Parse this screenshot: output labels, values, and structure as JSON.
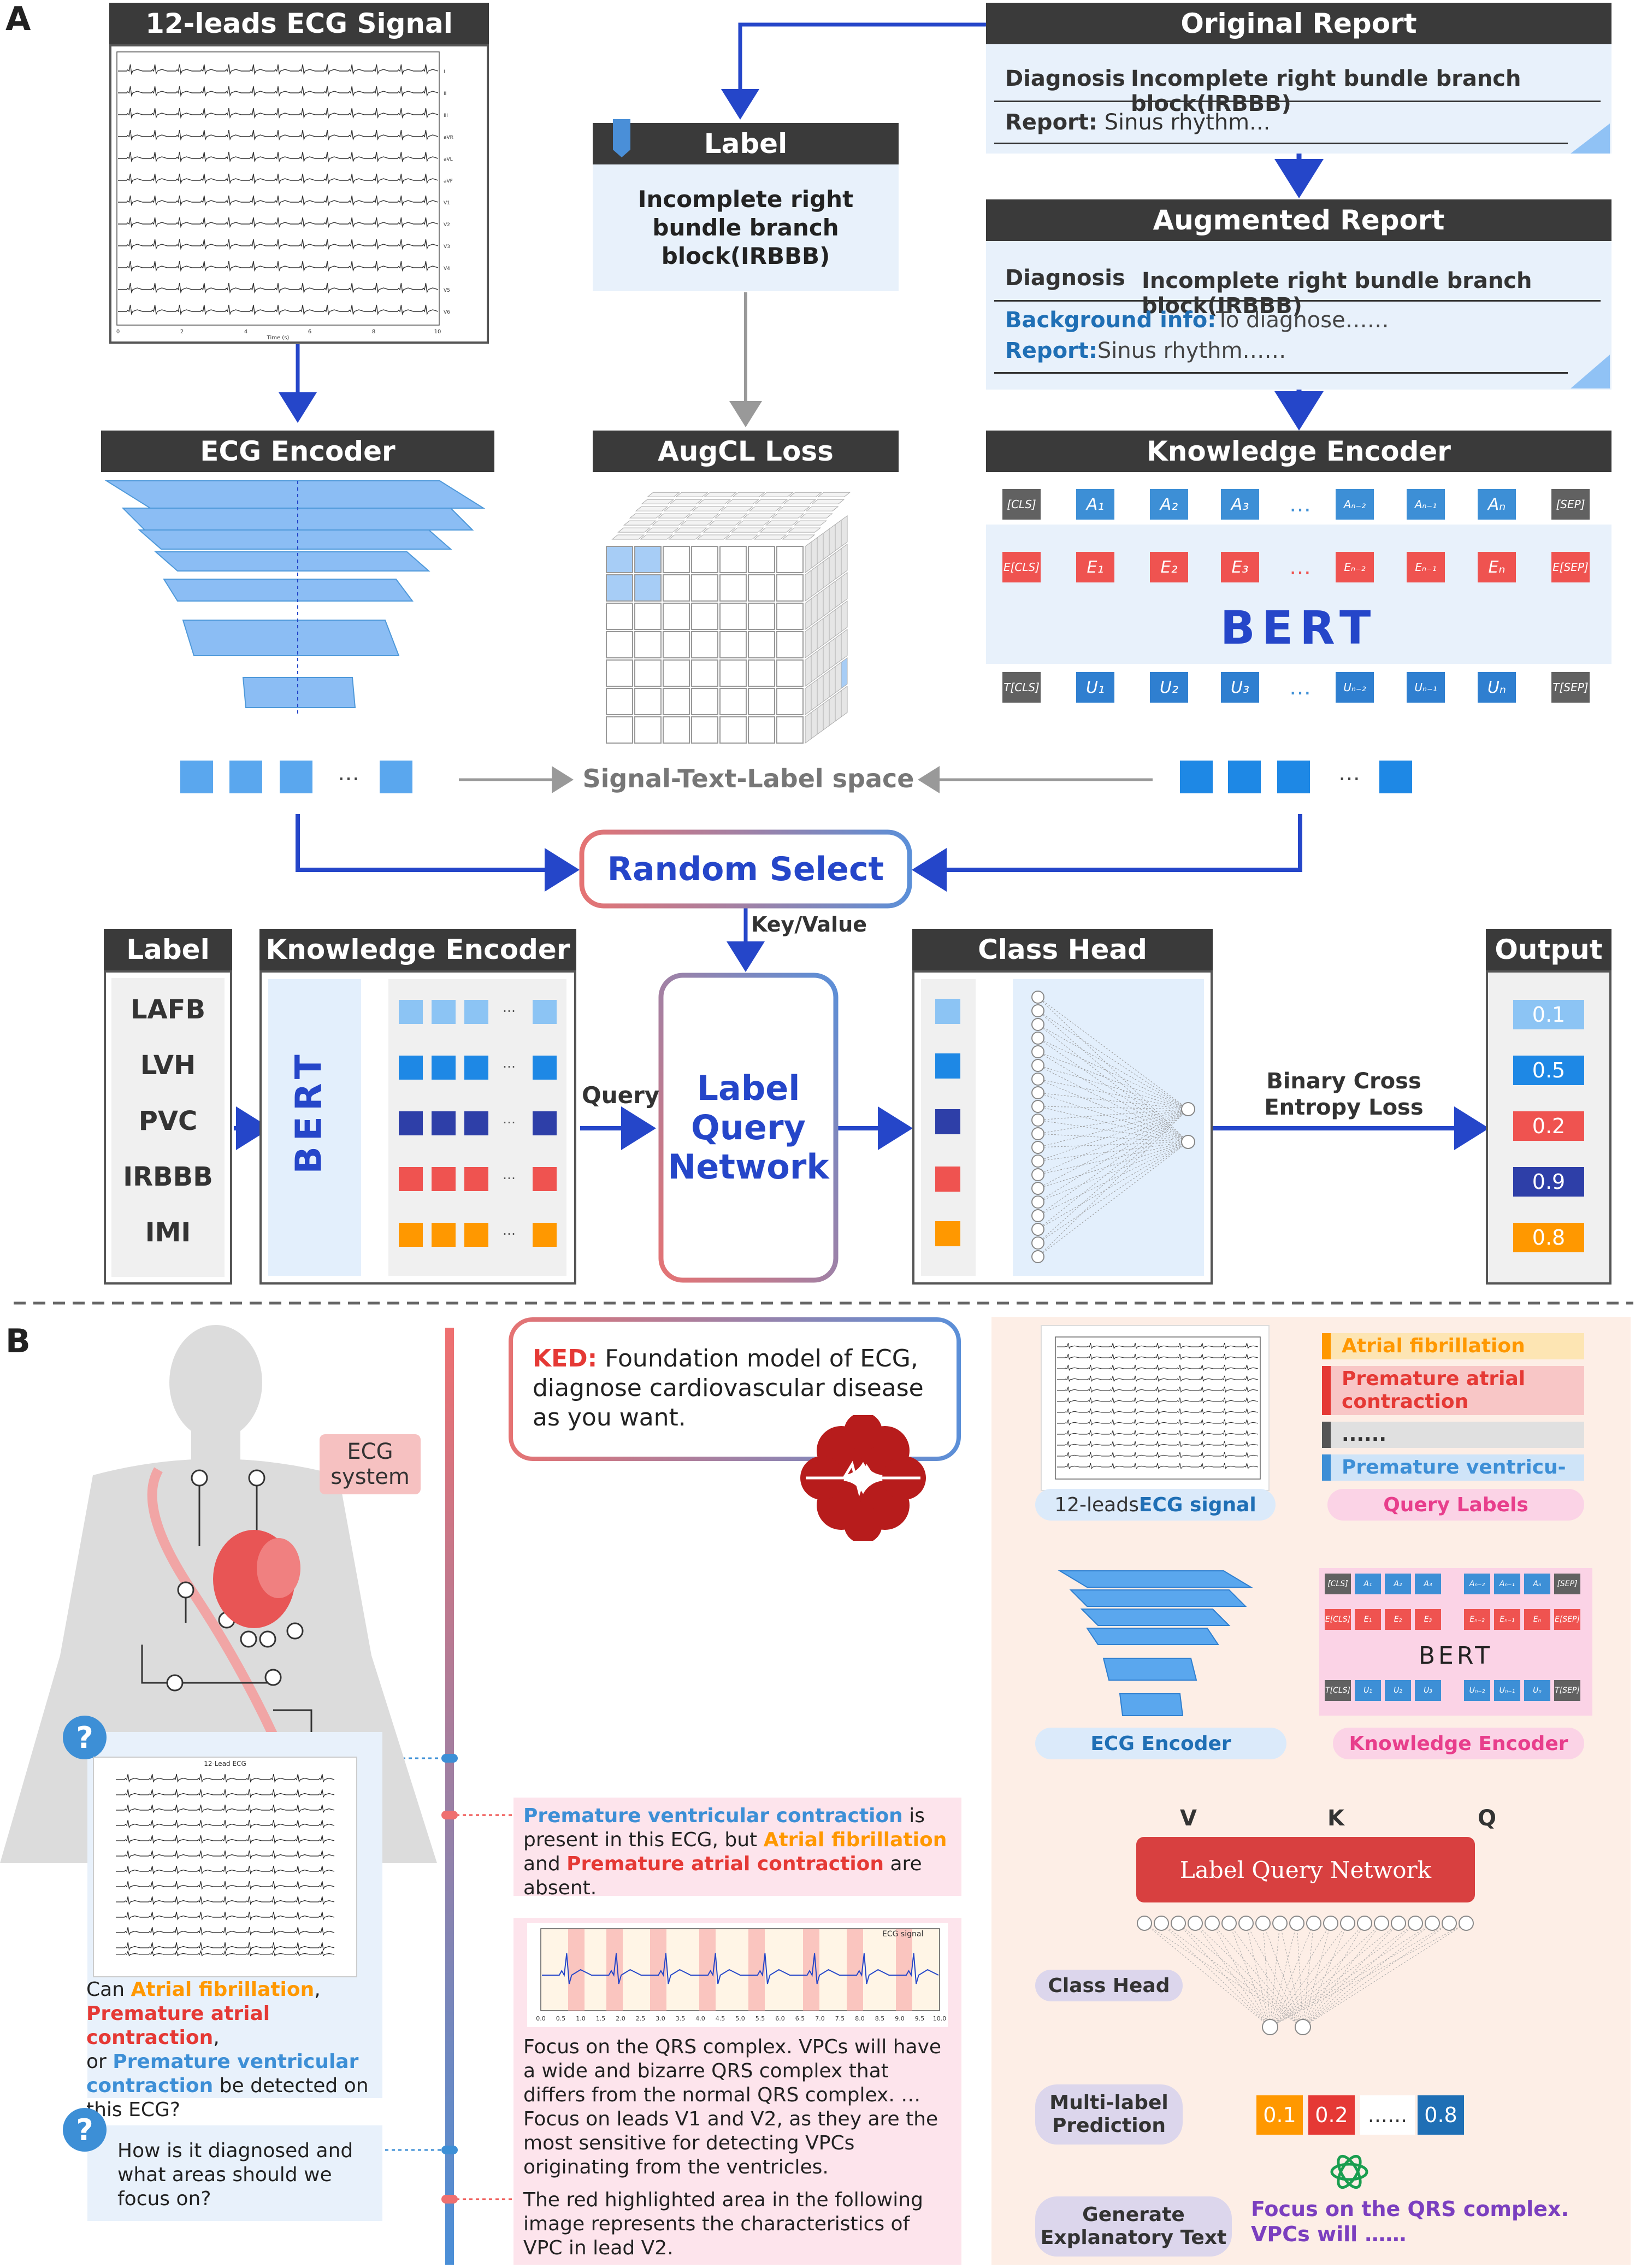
{
  "panel_a": {
    "letter": "A",
    "ecg_signal_title": "12-leads ECG Signal",
    "ecg_leads": [
      "I",
      "II",
      "III",
      "aVR",
      "aVL",
      "aVF",
      "V1",
      "V2",
      "V3",
      "V4",
      "V5",
      "V6"
    ],
    "ecg_axis_ticks": [
      "0",
      "2",
      "4",
      "6",
      "8",
      "10"
    ],
    "ecg_axis_label": "Time (s)",
    "label_title": "Label",
    "label_text": "Incomplete right bundle branch block(IRBBB)",
    "original_report_title": "Original Report",
    "original_diagnosis_key": "Diagnosis",
    "original_diagnosis_value": "Incomplete right bundle branch block(IRBBB)",
    "original_report_key": "Report:",
    "original_report_value": "Sinus rhythm...",
    "augmented_report_title": "Augmented  Report",
    "aug_diagnosis_key": "Diagnosis",
    "aug_diagnosis_value": "Incomplete right bundle branch block(IRBBB)",
    "aug_background_key": "Background info:",
    "aug_background_value": "To diagnose……",
    "aug_report_key": "Report:",
    "aug_report_value": "Sinus rhythm……",
    "ecg_encoder_title": "ECG Encoder",
    "augcl_title": "AugCL Loss",
    "knowledge_encoder_title": "Knowledge Encoder",
    "bert_label": "BERT",
    "input_tokens": [
      "[CLS]",
      "A₁",
      "A₂",
      "A₃",
      "Aₙ₋₂",
      "Aₙ₋₁",
      "Aₙ",
      "[SEP]"
    ],
    "embed_tokens": [
      "E[CLS]",
      "E₁",
      "E₂",
      "E₃",
      "Eₙ₋₂",
      "Eₙ₋₁",
      "Eₙ",
      "E[SEP]"
    ],
    "output_tokens": [
      "T[CLS]",
      "U₁",
      "U₂",
      "U₃",
      "Uₙ₋₂",
      "Uₙ₋₁",
      "Uₙ",
      "T[SEP]"
    ],
    "ellipsis": "…",
    "space_label": "Signal-Text-Label space",
    "random_select": "Random Select",
    "key_value": "Key/Value",
    "label_list_title": "Label",
    "label_list": [
      "LAFB",
      "LVH",
      "PVC",
      "IRBBB",
      "IMI"
    ],
    "ke2_title": "Knowledge Encoder",
    "bert_vertical": "BERT",
    "query": "Query",
    "lqn": "Label Query Network",
    "class_head_title": "Class Head",
    "loss_label": "Binary Cross Entropy Loss",
    "output_title": "Output",
    "outputs": [
      "0.1",
      "0.5",
      "0.2",
      "0.9",
      "0.8"
    ]
  },
  "panel_b": {
    "letter": "B",
    "ecg_system": "ECG system",
    "q1_mark": "?",
    "q1_parts": [
      "Can ",
      "Atrial fibrillation",
      ",\n",
      "Premature atrial contraction",
      ",\nor ",
      "Premature ventricular contraction",
      " be detected on this ECG?"
    ],
    "q2_mark": "?",
    "q2_text": "How is it diagnosed and what areas should we focus on?",
    "ecg_card_title": "12-Lead ECG",
    "ked_key": "KED:",
    "ked_text": " Foundation model of ECG, diagnose cardiovascular disease as you want.",
    "ans1_parts": [
      "Premature ventricular contraction",
      " is present in this ECG, but ",
      "Atrial fibrillation",
      " and ",
      "Premature atrial contraction",
      " are absent."
    ],
    "ans2_text": "Focus on the QRS complex. VPCs will have a wide and bizarre QRS complex that differs from the normal QRS complex. … Focus on leads V1 and V2, as they are the most sensitive for detecting VPCs originating from the ventricles.",
    "ans3_text": "The red highlighted area in the following image represents the characteristics of VPC in lead V2.",
    "v2_legend": "ECG signal",
    "v2_ticks": [
      "0.0",
      "0.5",
      "1.0",
      "1.5",
      "2.0",
      "2.5",
      "3.0",
      "3.5",
      "4.0",
      "4.5",
      "5.0",
      "5.5",
      "6.0",
      "6.5",
      "7.0",
      "7.5",
      "8.0",
      "8.5",
      "9.0",
      "9.5",
      "10.0"
    ],
    "ecg_signal_caption_pre": "12-leads ",
    "ecg_signal_caption_bold": "ECG signal",
    "query_labels_list": [
      "Atrial fibrillation",
      "Premature atrial contraction",
      "......",
      "Premature ventricu-"
    ],
    "query_labels_caption": "Query Labels",
    "ecg_encoder": "ECG Encoder",
    "knowledge_encoder": "Knowledge Encoder",
    "bert_small": "BERT",
    "v": "V",
    "k": "K",
    "q": "Q",
    "lqn": "Label Query Network",
    "class_head": "Class Head",
    "multi_label": "Multi-label Prediction",
    "preds": [
      "0.1",
      "0.2",
      "......",
      "0.8"
    ],
    "generate": "Generate Explanatory Text",
    "focus_text": "Focus on the QRS complex. VPCs will ……"
  },
  "colors": {
    "header_dark": "#3a3a3a",
    "blue_dark": "#2546c9",
    "blue_mid": "#1e88e5",
    "red_token": "#ef5350",
    "gray_token": "#616161",
    "orange": "#ff9800",
    "purple": "#7b3fbf",
    "pink": "#e83e8c",
    "red_text": "#e53935",
    "blue_text": "#3d8fd6"
  }
}
